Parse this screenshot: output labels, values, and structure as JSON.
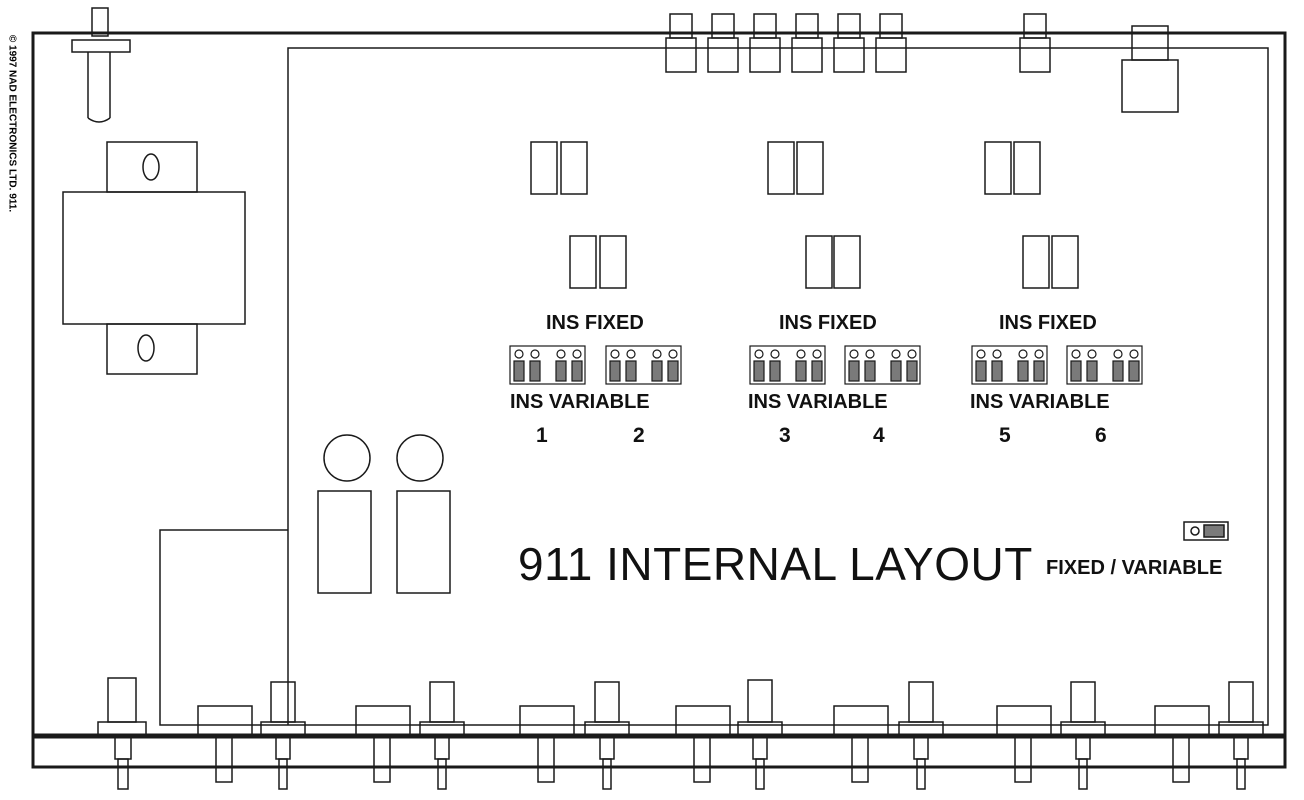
{
  "copyright": "© 1997 NAD ELECTRONICS LTD. 911.",
  "title": "911 INTERNAL LAYOUT",
  "fixed_variable_switch_label": "FIXED /  VARIABLE",
  "jumper_groups": [
    {
      "top_label": "INS FIXED",
      "bottom_label": "INS VARIABLE",
      "channels": [
        "1",
        "2"
      ]
    },
    {
      "top_label": "INS FIXED",
      "bottom_label": "INS VARIABLE",
      "channels": [
        "3",
        "4"
      ]
    },
    {
      "top_label": "INS FIXED",
      "bottom_label": "INS VARIABLE",
      "channels": [
        "5",
        "6"
      ]
    }
  ],
  "colors": {
    "line": "#1a1a1a",
    "fill": "#ffffff",
    "jumper_cap": "#7a7a7a"
  }
}
